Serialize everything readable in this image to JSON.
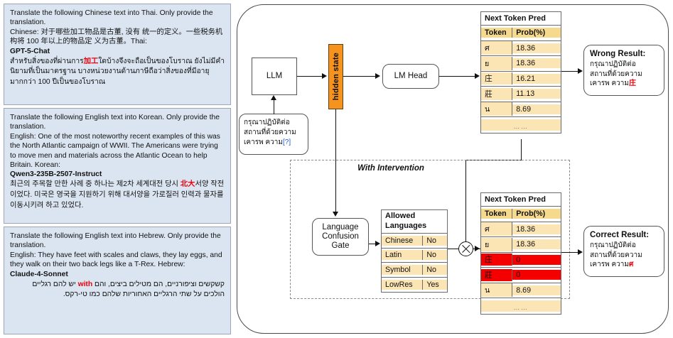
{
  "examples": [
    {
      "instruction": "Translate the following Chinese text into Thai. Only provide the translation.",
      "source": "Chinese: 对于哪些加工物品是古董, 没有 统一的定义。一些税务机构将 100 年以上的物品定 义为古董。Thai:",
      "model": "GPT-5-Chat",
      "output_pre": "สำหรับสิ่งของที่ผ่านการ",
      "output_hl": "加工",
      "output_post": "ใดบ้างจึงจะถือเป็นของโบราณ ยังไม่มีคำนิยามที่เป็นมาตรฐาน บางหน่วยงานด้านภาษีถือว่าสิ่งของที่มีอายุมากกว่า 100 ปีเป็นของโบราณ",
      "rtl": false
    },
    {
      "instruction": "Translate the following English text into Korean. Only provide the translation.",
      "source": "English: One of the most noteworthy recent examples of this was the North Atlantic campaign of WWII. The Americans were trying to move men and materials across the Atlantic Ocean to help Britain. Korean:",
      "model": "Qwen3-235B-2507-Instruct",
      "output_pre": "최근의 주목할 만한 사례 중 하나는 제2차 세계대전 당시 ",
      "output_hl": "北大",
      "output_post": "서양 작전이었다. 미국은 영국을 지원하기 위해 대서양을 가로질러 인력과 물자를 이동시키려 하고 있었다.",
      "rtl": false
    },
    {
      "instruction": "Translate the following English text into Hebrew. Only provide the translation.",
      "source": "English: They have feet with scales and claws, they lay eggs, and they walk on their two back legs like a T-Rex. Hebrew:",
      "model": "Claude-4-Sonnet",
      "output_pre": "קשקשים וציפורניים, הם מטילים ביצים, והם ",
      "output_hl": "with",
      "output_post": " יש להם רגליים הולכים על שתי הרגליים האחוריות שלהם כמו טי-רקס.",
      "rtl": true
    }
  ],
  "diagram": {
    "llm_label": "LLM",
    "hidden_state_label": "hidden state",
    "lm_head_label": "LM Head",
    "prompt": {
      "line1": "กรุณาปฏิบัติต่อ",
      "line2": "สถานที่ด้วยความ",
      "line3": "เคารพ ความ",
      "placeholder_token": "[?]"
    },
    "gate_label_line1": "Language",
    "gate_label_line2": "Confusion",
    "gate_label_line3": "Gate",
    "intervention_title": "With Intervention",
    "operator": "multiply"
  },
  "next_token_pred_top": {
    "caption": "Next Token Pred",
    "columns": [
      "Token",
      "Prob(%)"
    ],
    "rows": [
      {
        "token": "ศ",
        "prob": "18.36",
        "zeroed": false
      },
      {
        "token": "ย",
        "prob": "18.36",
        "zeroed": false
      },
      {
        "token": "庄",
        "prob": "16.21",
        "zeroed": false
      },
      {
        "token": "莊",
        "prob": "11.13",
        "zeroed": false
      },
      {
        "token": "น",
        "prob": "8.69",
        "zeroed": false
      }
    ],
    "ellipsis": "……"
  },
  "next_token_pred_bottom": {
    "caption": "Next Token Pred",
    "columns": [
      "Token",
      "Prob(%)"
    ],
    "rows": [
      {
        "token": "ศ",
        "prob": "18.36",
        "zeroed": false
      },
      {
        "token": "ย",
        "prob": "18.36",
        "zeroed": false
      },
      {
        "token": "庄",
        "prob": "0",
        "zeroed": true
      },
      {
        "token": "莊",
        "prob": "0",
        "zeroed": true
      },
      {
        "token": "น",
        "prob": "8.69",
        "zeroed": false
      }
    ],
    "ellipsis": "……"
  },
  "allowed_languages": {
    "caption_line1": "Allowed",
    "caption_line2": "Languages",
    "rows": [
      {
        "language": "Chinese",
        "allowed": "No"
      },
      {
        "language": "Latin",
        "allowed": "No"
      },
      {
        "language": "Symbol",
        "allowed": "No"
      },
      {
        "language": "LowRes",
        "allowed": "Yes"
      }
    ]
  },
  "wrong_result": {
    "title": "Wrong Result:",
    "line1": "กรุณาปฏิบัติต่อ",
    "line2": "สถานที่ด้วยความ",
    "line3_pre": "เคารพ ความ",
    "line3_hl": "庄"
  },
  "correct_result": {
    "title": "Correct Result:",
    "line1": "กรุณาปฏิบัติต่อ",
    "line2": "สถานที่ด้วยความ",
    "line3_pre": "เคารพ ความ",
    "line3_hl": "ศ"
  },
  "colors": {
    "example_bg": "#dbe5f1",
    "hidden_state": "#f6921e",
    "table_header": "#f5d98c",
    "table_body": "#fce5b5",
    "zeroed": "#f40000",
    "highlight": "#e8000b",
    "placeholder": "#1f5bd7"
  }
}
